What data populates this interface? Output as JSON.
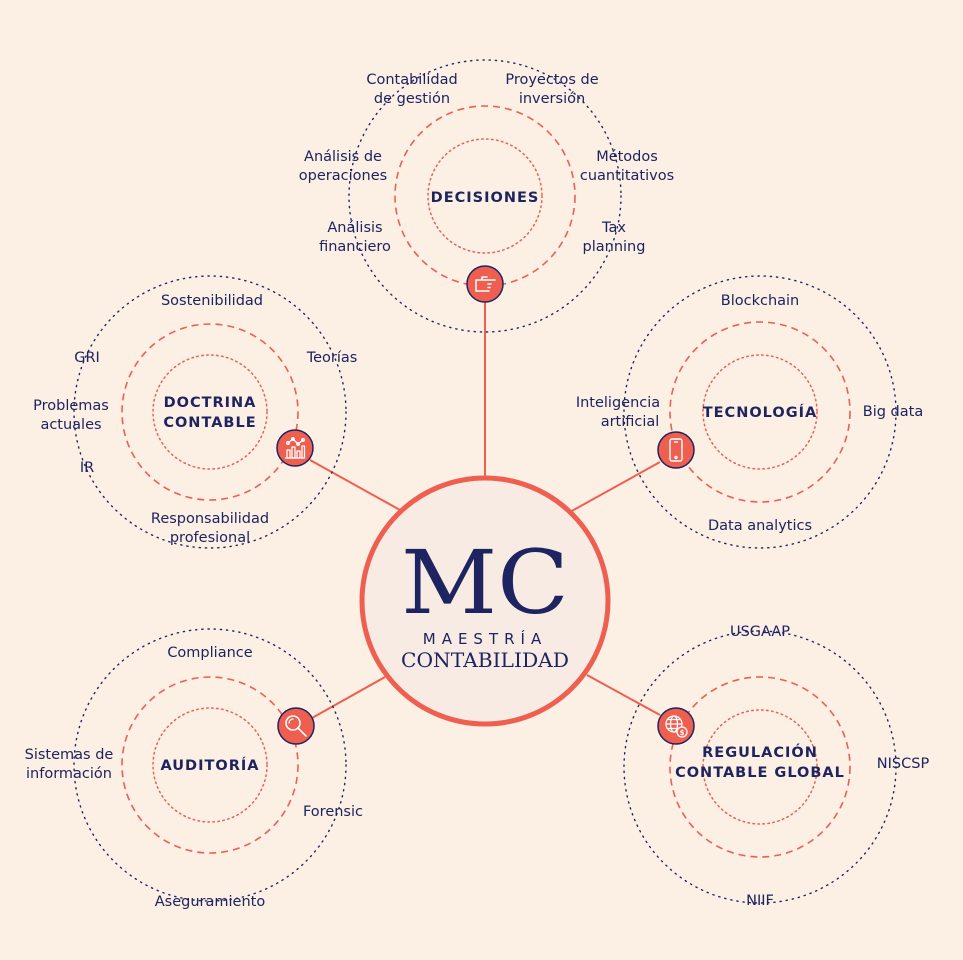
{
  "center": {
    "monogram": "MC",
    "subtitle": "MAESTRÍA",
    "title": "CONTABILIDAD"
  },
  "clusters": [
    {
      "id": "decisiones",
      "title": [
        "DECISIONES"
      ],
      "icon": "pointing-hand-icon",
      "labels": [
        {
          "lines": [
            "Contabilidad",
            "de gestión"
          ]
        },
        {
          "lines": [
            "Proyectos de",
            "inversión"
          ]
        },
        {
          "lines": [
            "Análisis de",
            "operaciones"
          ]
        },
        {
          "lines": [
            "Métodos",
            "cuantitativos"
          ]
        },
        {
          "lines": [
            "Análisis",
            "financiero"
          ]
        },
        {
          "lines": [
            "Tax",
            "planning"
          ]
        }
      ]
    },
    {
      "id": "doctrina-contable",
      "title": [
        "DOCTRINA",
        "CONTABLE"
      ],
      "icon": "bar-chart-icon",
      "labels": [
        {
          "lines": [
            "Sostenibilidad"
          ]
        },
        {
          "lines": [
            "GRI"
          ]
        },
        {
          "lines": [
            "Teorías"
          ]
        },
        {
          "lines": [
            "Problemas",
            "actuales"
          ]
        },
        {
          "lines": [
            "IR"
          ]
        },
        {
          "lines": [
            "Responsabilidad",
            "profesional"
          ]
        }
      ]
    },
    {
      "id": "tecnologia",
      "title": [
        "TECNOLOGÍA"
      ],
      "icon": "smartphone-icon",
      "labels": [
        {
          "lines": [
            "Blockchain"
          ]
        },
        {
          "lines": [
            "Inteligencia",
            "artificial"
          ]
        },
        {
          "lines": [
            "Big data"
          ]
        },
        {
          "lines": [
            "Data analytics"
          ]
        }
      ]
    },
    {
      "id": "auditoria",
      "title": [
        "AUDITORÍA"
      ],
      "icon": "magnifier-icon",
      "labels": [
        {
          "lines": [
            "Compliance"
          ]
        },
        {
          "lines": [
            "Sistemas de",
            "información"
          ]
        },
        {
          "lines": [
            "Forensic"
          ]
        },
        {
          "lines": [
            "Aseguramiento"
          ]
        }
      ]
    },
    {
      "id": "regulacion-contable-global",
      "title": [
        "REGULACIÓN",
        "CONTABLE GLOBAL"
      ],
      "icon": "globe-dollar-icon",
      "labels": [
        {
          "lines": [
            "USGAAP"
          ]
        },
        {
          "lines": [
            "NISCSP"
          ]
        },
        {
          "lines": [
            "NIIF"
          ]
        }
      ]
    }
  ],
  "colors": {
    "background": "#fcefe4",
    "navy": "#1e2460",
    "coral": "#ef5f50",
    "center_fill": "#f7ebe3"
  }
}
